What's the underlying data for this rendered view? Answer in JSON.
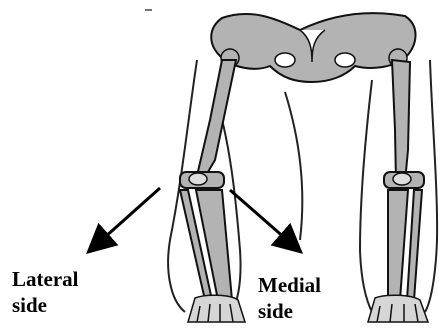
{
  "diagram": {
    "labels": {
      "lateral": {
        "line1": "Lateral",
        "line2": "side"
      },
      "medial": {
        "line1": "Medial",
        "line2": "side"
      }
    },
    "colors": {
      "bone_fill": "#b3b3b3",
      "outline": "#111111",
      "background": "#ffffff"
    },
    "icons": {
      "lateral_arrow": "arrow-down-left-icon",
      "medial_arrow": "arrow-down-right-icon"
    }
  }
}
